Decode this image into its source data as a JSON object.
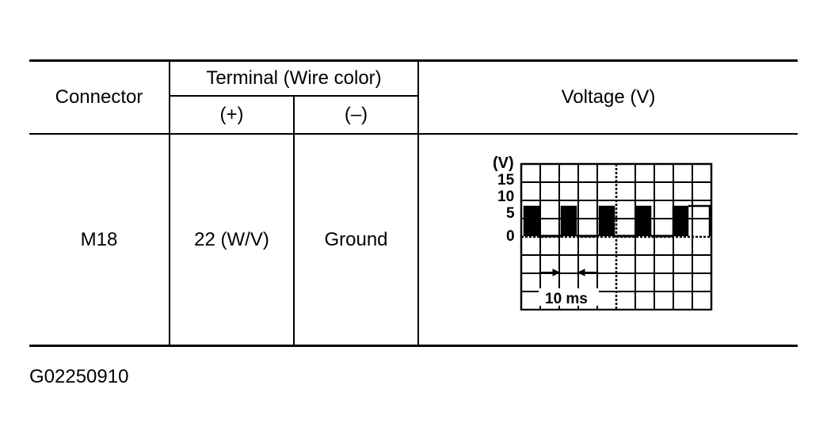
{
  "table": {
    "headers": {
      "connector": "Connector",
      "terminal": "Terminal (Wire color)",
      "plus": "(+)",
      "minus": "(–)",
      "voltage": "Voltage (V)"
    },
    "row": {
      "connector": "M18",
      "plus": "22 (W/V)",
      "minus": "Ground"
    }
  },
  "waveform": {
    "unit_label": "(V)",
    "y_ticks": [
      "15",
      "10",
      "5",
      "0"
    ],
    "time_label": "10 ms"
  },
  "figure_id": "G02250910"
}
